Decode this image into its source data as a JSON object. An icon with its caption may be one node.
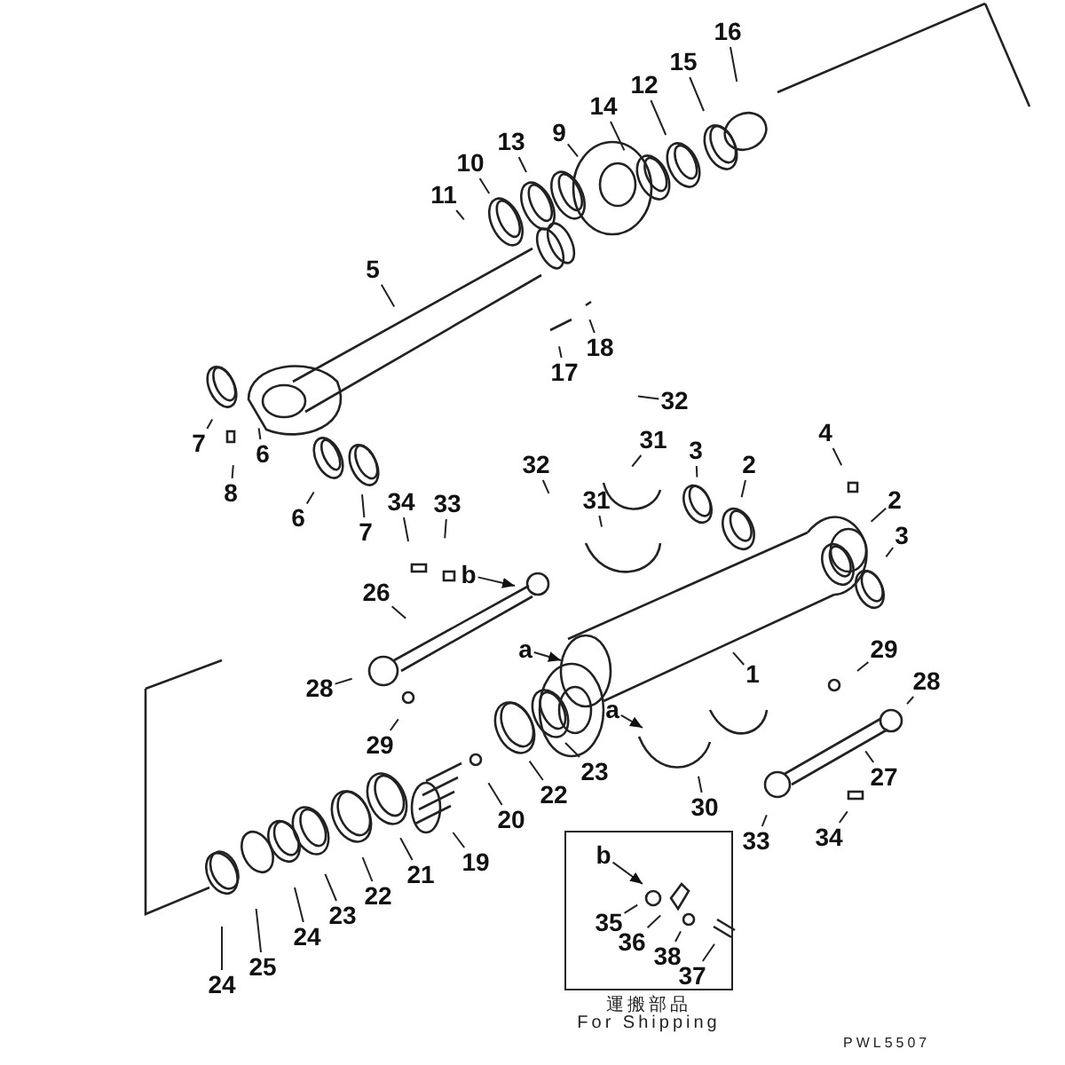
{
  "diagram": {
    "nodes": [
      {
        "text": [
          "16"
        ]
      },
      {
        "text": [
          "15"
        ]
      },
      {
        "text": [
          "12"
        ]
      },
      {
        "text": [
          "14"
        ]
      },
      {
        "text": [
          "9"
        ]
      },
      {
        "text": [
          "13"
        ]
      },
      {
        "text": [
          "10"
        ]
      },
      {
        "text": [
          "11"
        ]
      },
      {
        "text": [
          "5"
        ]
      },
      {
        "text": [
          "18"
        ]
      },
      {
        "text": [
          "17"
        ]
      },
      {
        "text": [
          "7"
        ]
      },
      {
        "text": [
          "6"
        ]
      },
      {
        "text": [
          "8"
        ]
      },
      {
        "text": [
          "6"
        ]
      },
      {
        "text": [
          "7"
        ]
      },
      {
        "text": [
          "32"
        ]
      },
      {
        "text": [
          "31"
        ]
      },
      {
        "text": [
          "3"
        ]
      },
      {
        "text": [
          "2"
        ]
      },
      {
        "text": [
          "4"
        ]
      },
      {
        "text": [
          "32"
        ]
      },
      {
        "text": [
          "2"
        ]
      },
      {
        "text": [
          "31"
        ]
      },
      {
        "text": [
          "34"
        ]
      },
      {
        "text": [
          "33"
        ]
      },
      {
        "text": [
          "3"
        ]
      },
      {
        "text": [
          "b"
        ]
      },
      {
        "text": [
          "26"
        ]
      },
      {
        "text": [
          "a"
        ]
      },
      {
        "text": [
          "1"
        ]
      },
      {
        "text": [
          "29"
        ]
      },
      {
        "text": [
          "28"
        ]
      },
      {
        "text": [
          "28"
        ]
      },
      {
        "text": [
          "29"
        ]
      },
      {
        "text": [
          "a"
        ]
      },
      {
        "text": [
          "23"
        ]
      },
      {
        "text": [
          "27"
        ]
      },
      {
        "text": [
          "22"
        ]
      },
      {
        "text": [
          "20"
        ]
      },
      {
        "text": [
          "33"
        ]
      },
      {
        "text": [
          "30"
        ]
      },
      {
        "text": [
          "34"
        ]
      },
      {
        "text": [
          "19"
        ]
      },
      {
        "text": [
          "21"
        ]
      },
      {
        "text": [
          "22"
        ]
      },
      {
        "text": [
          "23"
        ]
      },
      {
        "text": [
          "24"
        ]
      },
      {
        "text": [
          "25"
        ]
      },
      {
        "text": [
          "24"
        ]
      },
      {
        "text": [
          "運搬部品",
          "For Shipping"
        ]
      },
      {
        "text": [
          "b"
        ],
        "in": 50
      },
      {
        "text": [
          "35"
        ],
        "in": 50
      },
      {
        "text": [
          "36"
        ],
        "in": 50
      },
      {
        "text": [
          "38"
        ],
        "in": 50
      },
      {
        "text": [
          "37"
        ],
        "in": 50
      }
    ],
    "edges": [
      {
        "from": 0,
        "to": null,
        "arrow": "none"
      },
      {
        "from": 1,
        "to": null,
        "arrow": "none"
      },
      {
        "from": 2,
        "to": null,
        "arrow": "none"
      },
      {
        "from": 3,
        "to": null,
        "arrow": "none"
      },
      {
        "from": 4,
        "to": null,
        "arrow": "none"
      },
      {
        "from": 5,
        "to": null,
        "arrow": "none"
      },
      {
        "from": 6,
        "to": null,
        "arrow": "none"
      },
      {
        "from": 7,
        "to": null,
        "arrow": "none"
      },
      {
        "from": 8,
        "to": null,
        "arrow": "none"
      },
      {
        "from": 9,
        "to": null,
        "arrow": "none"
      },
      {
        "from": 10,
        "to": null,
        "arrow": "none"
      },
      {
        "from": 11,
        "to": null,
        "arrow": "none"
      },
      {
        "from": 12,
        "to": null,
        "arrow": "none"
      },
      {
        "from": 13,
        "to": null,
        "arrow": "none"
      },
      {
        "from": 14,
        "to": null,
        "arrow": "none"
      },
      {
        "from": 15,
        "to": null,
        "arrow": "none"
      },
      {
        "from": 16,
        "to": null,
        "arrow": "none"
      },
      {
        "from": 17,
        "to": null,
        "arrow": "none"
      },
      {
        "from": 18,
        "to": null,
        "arrow": "none"
      },
      {
        "from": 19,
        "to": null,
        "arrow": "none"
      },
      {
        "from": 20,
        "to": null,
        "arrow": "none"
      },
      {
        "from": 21,
        "to": null,
        "arrow": "none"
      },
      {
        "from": 22,
        "to": null,
        "arrow": "none"
      },
      {
        "from": 23,
        "to": null,
        "arrow": "none"
      },
      {
        "from": 24,
        "to": null,
        "arrow": "none"
      },
      {
        "from": 25,
        "to": null,
        "arrow": "none"
      },
      {
        "from": 26,
        "to": null,
        "arrow": "none"
      },
      {
        "from": 27,
        "to": null,
        "arrow": "to"
      },
      {
        "from": 28,
        "to": null,
        "arrow": "none"
      },
      {
        "from": 29,
        "to": null,
        "arrow": "to"
      },
      {
        "from": 30,
        "to": null,
        "arrow": "none"
      },
      {
        "from": 31,
        "to": null,
        "arrow": "none"
      },
      {
        "from": 32,
        "to": null,
        "arrow": "none"
      },
      {
        "from": 33,
        "to": null,
        "arrow": "none"
      },
      {
        "from": 34,
        "to": null,
        "arrow": "none"
      },
      {
        "from": 35,
        "to": null,
        "arrow": "to"
      },
      {
        "from": 36,
        "to": null,
        "arrow": "none"
      },
      {
        "from": 37,
        "to": null,
        "arrow": "none"
      },
      {
        "from": 38,
        "to": null,
        "arrow": "none"
      },
      {
        "from": 39,
        "to": null,
        "arrow": "none"
      },
      {
        "from": 40,
        "to": null,
        "arrow": "none"
      },
      {
        "from": 41,
        "to": null,
        "arrow": "none"
      },
      {
        "from": 42,
        "to": null,
        "arrow": "none"
      },
      {
        "from": 43,
        "to": null,
        "arrow": "none"
      },
      {
        "from": 44,
        "to": null,
        "arrow": "none"
      },
      {
        "from": 45,
        "to": null,
        "arrow": "none"
      },
      {
        "from": 46,
        "to": null,
        "arrow": "none"
      },
      {
        "from": 47,
        "to": null,
        "arrow": "none"
      },
      {
        "from": 48,
        "to": null,
        "arrow": "none"
      },
      {
        "from": 49,
        "to": null,
        "arrow": "none"
      },
      {
        "from": 51,
        "to": null,
        "arrow": "to"
      },
      {
        "from": 52,
        "to": null,
        "arrow": "none"
      },
      {
        "from": 53,
        "to": null,
        "arrow": "none"
      },
      {
        "from": 54,
        "to": null,
        "arrow": "none"
      },
      {
        "from": 55,
        "to": null,
        "arrow": "none"
      }
    ],
    "labels": [
      "PWL5507"
    ]
  }
}
